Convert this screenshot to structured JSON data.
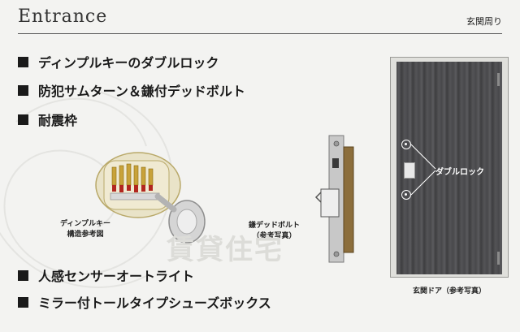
{
  "header": {
    "title": "Entrance",
    "section": "玄関周り"
  },
  "features": [
    "ディンプルキーのダブルロック",
    "防犯サムターン＆鎌付デッドボルト",
    "耐震枠",
    "人感センサーオートライト",
    "ミラー付トールタイプシューズボックス"
  ],
  "illustrations": {
    "key_caption_line1": "ディンプルキー",
    "key_caption_line2": "構造参考図",
    "bolt_caption_line1": "鎌デッドボルト",
    "bolt_caption_line2": "（参考写真）",
    "door_caption": "玄関ドア（参考写真）",
    "door_lock_label": "ダブルロック"
  },
  "watermark": "賃貸住宅"
}
